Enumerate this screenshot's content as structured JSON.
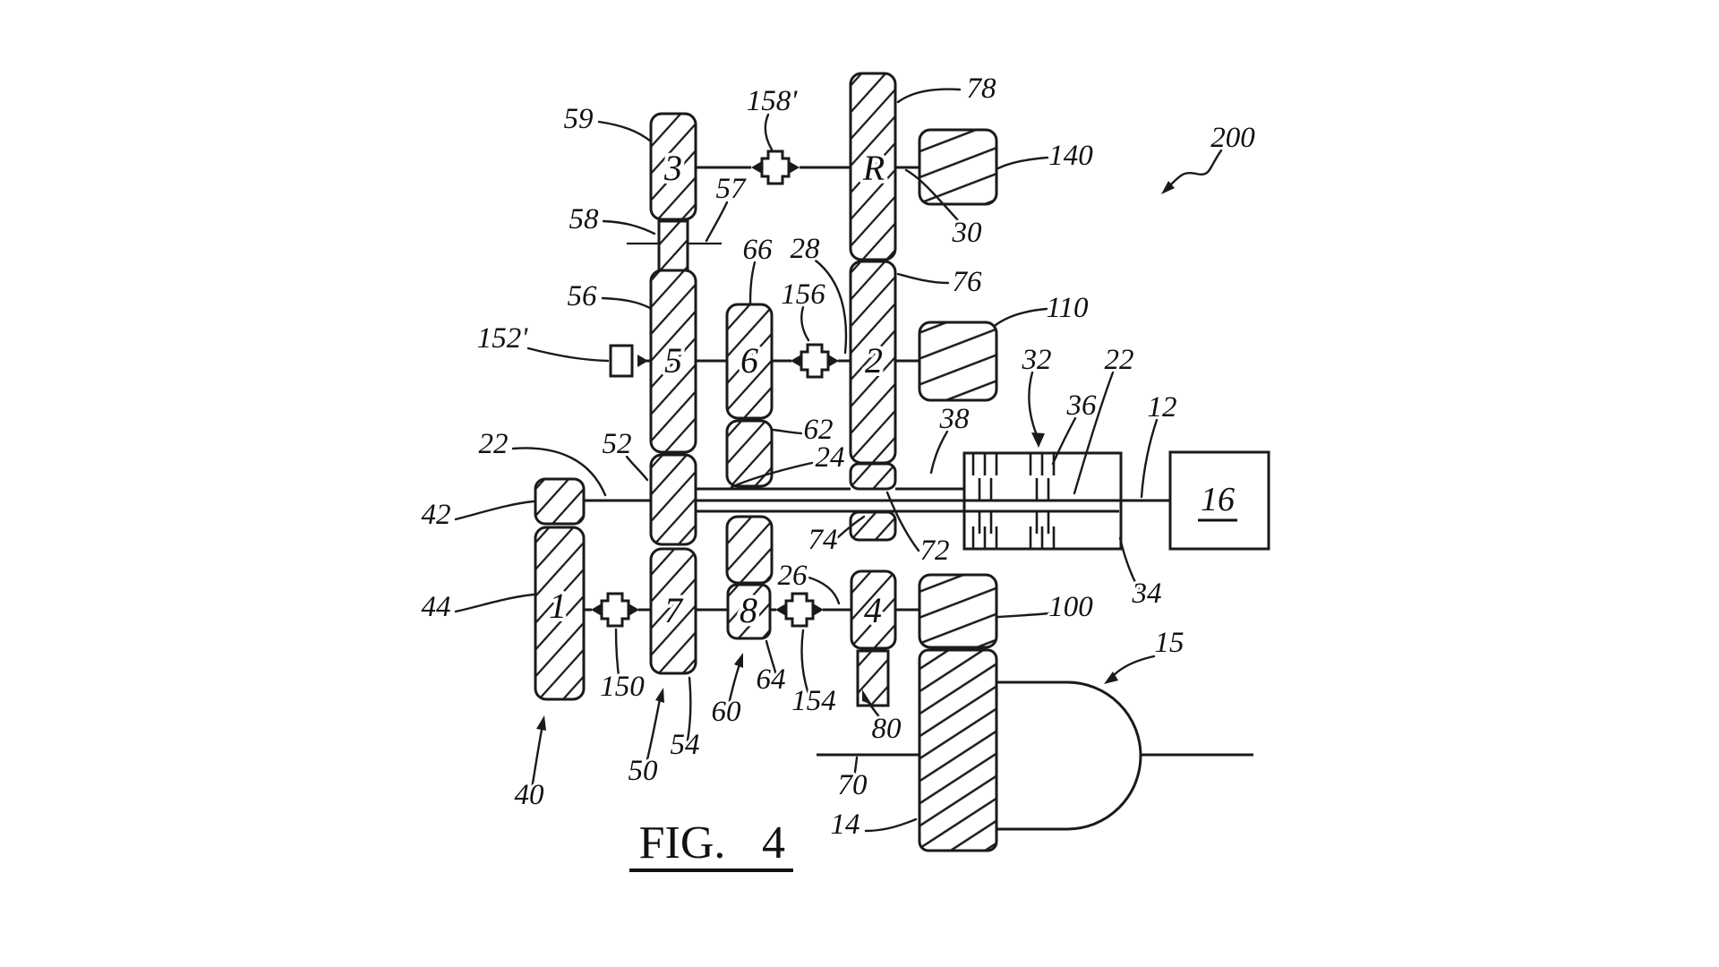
{
  "figure": {
    "label": "FIG.",
    "number": "4",
    "reference": "200"
  },
  "gears": {
    "g1": "1",
    "g2": "2",
    "g3": "3",
    "g4": "4",
    "g5": "5",
    "g6": "6",
    "g7": "7",
    "g8": "8",
    "gR": "R"
  },
  "output_box": {
    "label": "16"
  },
  "refs": {
    "r59": "59",
    "r158": "158'",
    "r78": "78",
    "r140": "140",
    "r30": "30",
    "r57": "57",
    "r58": "58",
    "r56": "56",
    "r66": "66",
    "r28": "28",
    "r76": "76",
    "r156": "156",
    "r110": "110",
    "r152": "152'",
    "r32": "32",
    "r36": "36",
    "r22_right": "22",
    "r12": "12",
    "r38": "38",
    "r62": "62",
    "r24": "24",
    "r22_left": "22",
    "r52": "52",
    "r42": "42",
    "r34": "34",
    "r44": "44",
    "r150": "150",
    "r74": "74",
    "r26": "26",
    "r72": "72",
    "r100": "100",
    "r64": "64",
    "r154": "154",
    "r60": "60",
    "r80": "80",
    "r70": "70",
    "r40": "40",
    "r50": "50",
    "r54": "54",
    "r14": "14",
    "r15": "15"
  }
}
